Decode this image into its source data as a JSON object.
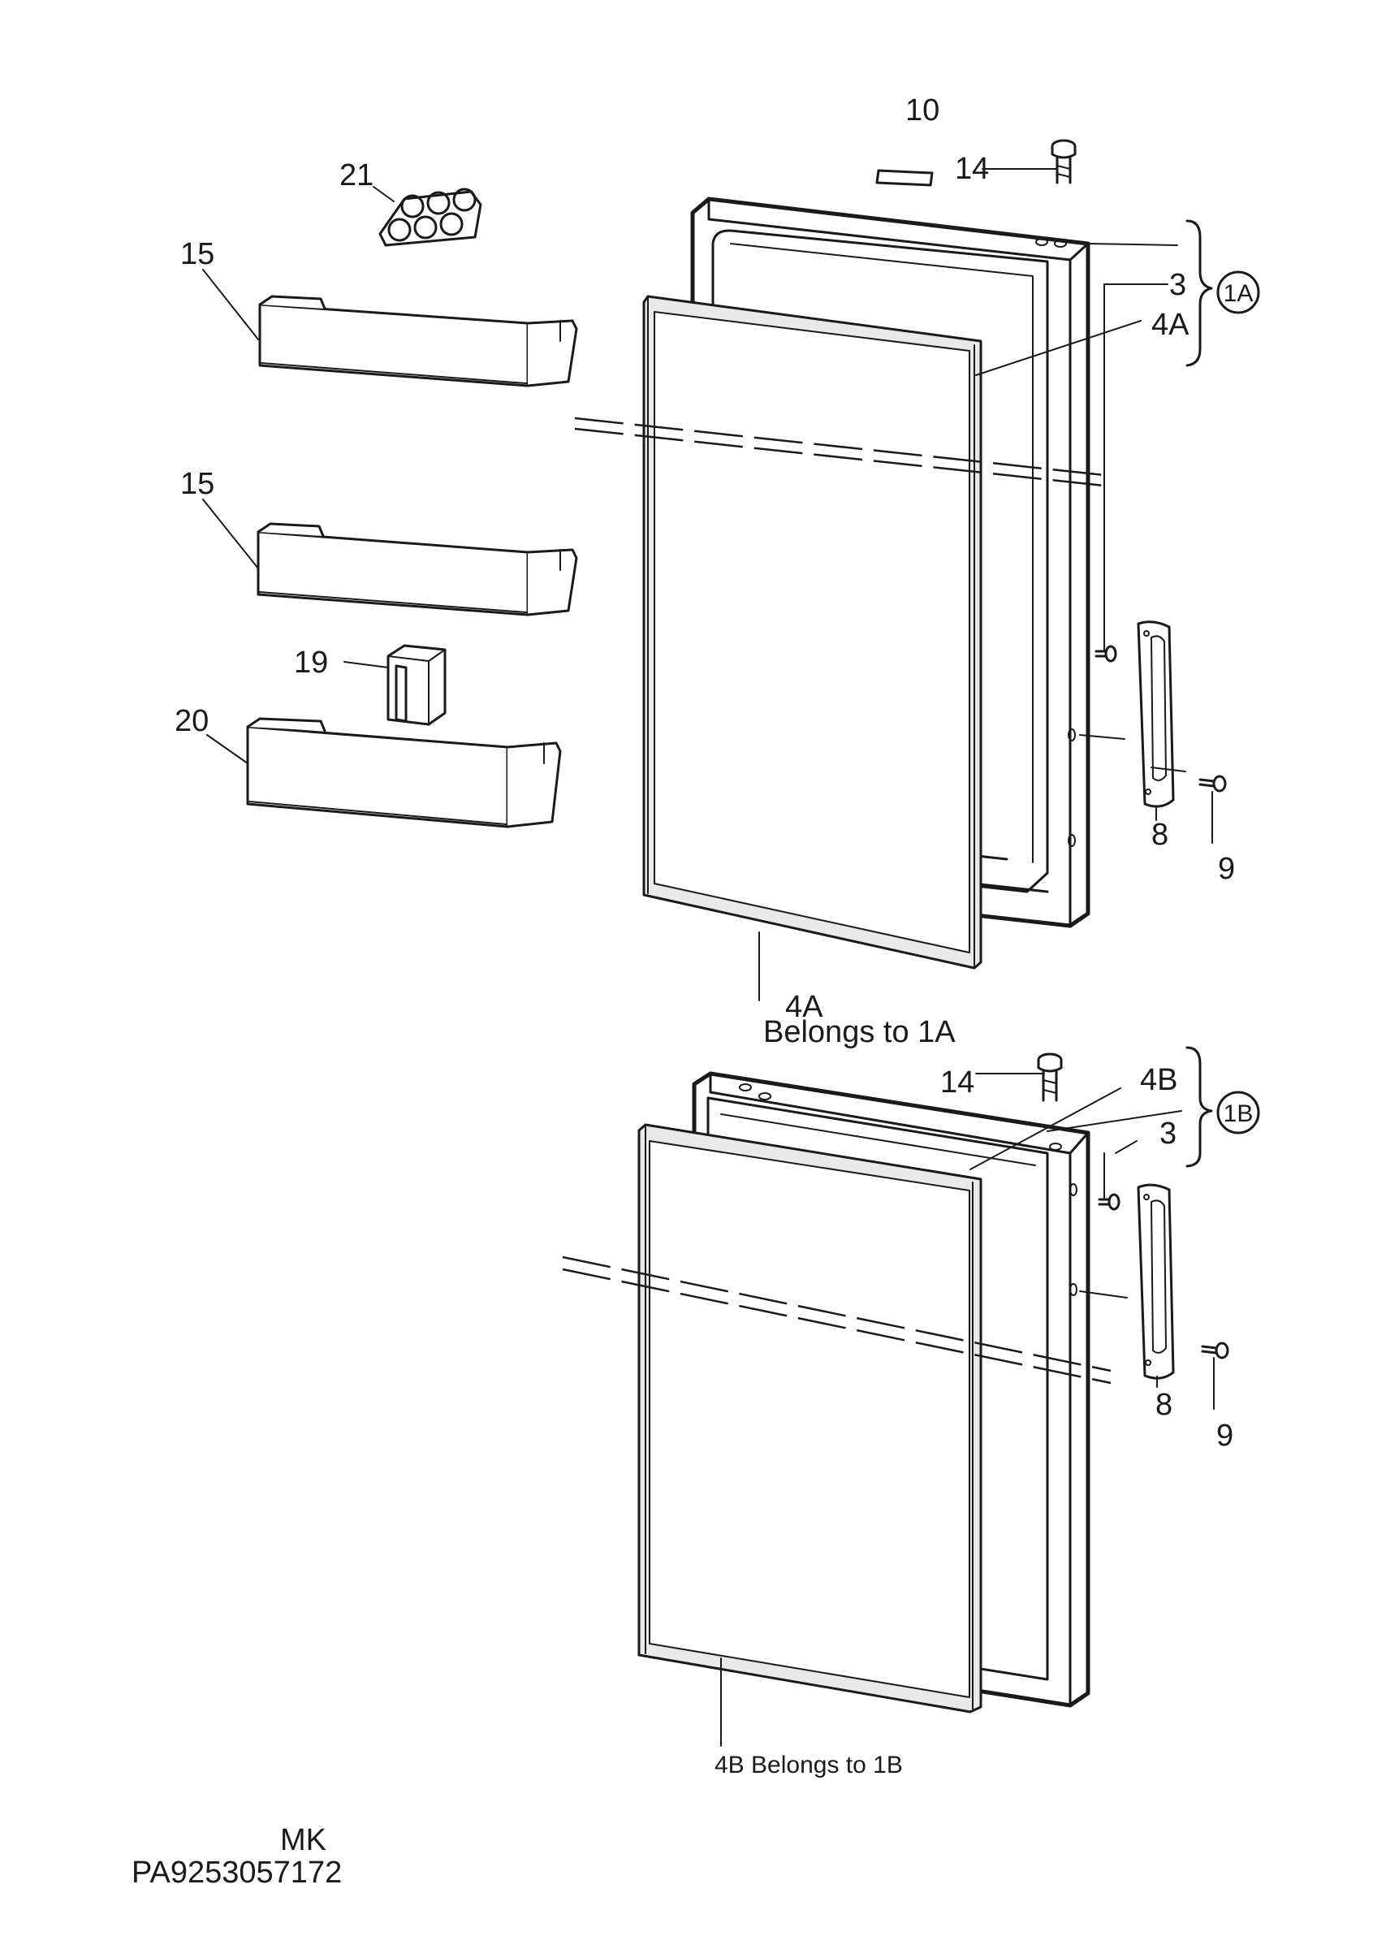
{
  "labels": {
    "l10": "10",
    "l14_top": "14",
    "l21": "21",
    "l15_a": "15",
    "l15_b": "15",
    "l3_top": "3",
    "l4a_top": "4A",
    "l1a": "1A",
    "l19": "19",
    "l20": "20",
    "l8_top": "8",
    "l9_top": "9",
    "l4a_bottom": "4A",
    "belongs_1a": "Belongs to 1A",
    "l14_bottom": "14",
    "l4b_top": "4B",
    "l1b": "1B",
    "l3_bottom": "3",
    "l8_bottom": "8",
    "l9_bottom": "9",
    "belongs_1b": "4B  Belongs to 1B",
    "mk": "MK",
    "part_code": "PA9253057172"
  }
}
